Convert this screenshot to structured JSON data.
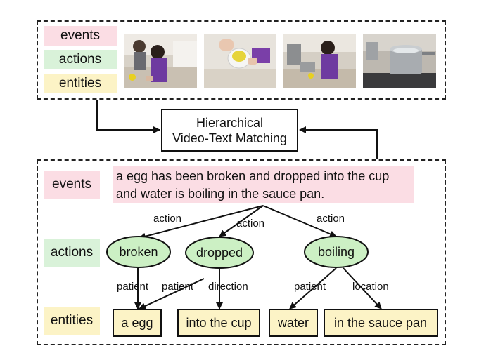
{
  "top_panel": {
    "legend": {
      "events": "events",
      "actions": "actions",
      "entities": "entities"
    },
    "frames": [
      {
        "scene": "girl-at-kitchen-counter"
      },
      {
        "scene": "hand-cracking-egg-into-cup"
      },
      {
        "scene": "girl-boiling-water"
      },
      {
        "scene": "sauce-pan-on-stove"
      }
    ]
  },
  "matching_box": {
    "line1": "Hierarchical",
    "line2": "Video-Text Matching"
  },
  "bottom_panel": {
    "row_labels": {
      "events": "events",
      "actions": "actions",
      "entities": "entities"
    },
    "sentence": "a egg has been broken and dropped into the cup and water is boiling in the sauce pan.",
    "actions": {
      "broken": "broken",
      "dropped": "dropped",
      "boiling": "boiling"
    },
    "entities": {
      "egg": "a egg",
      "cup": "into the cup",
      "water": "water",
      "pan": "in the sauce pan"
    },
    "edge_labels": {
      "action_left": "action",
      "action_mid": "action",
      "action_right": "action",
      "patient_broken": "patient",
      "patient_dropped": "patient",
      "direction": "direction",
      "patient_boiling": "patient",
      "location": "location"
    }
  },
  "colors": {
    "events": "#fbdde4",
    "actions": "#d9f2d9",
    "entities": "#fcf3c6",
    "action_node": "#ccf0c4"
  }
}
